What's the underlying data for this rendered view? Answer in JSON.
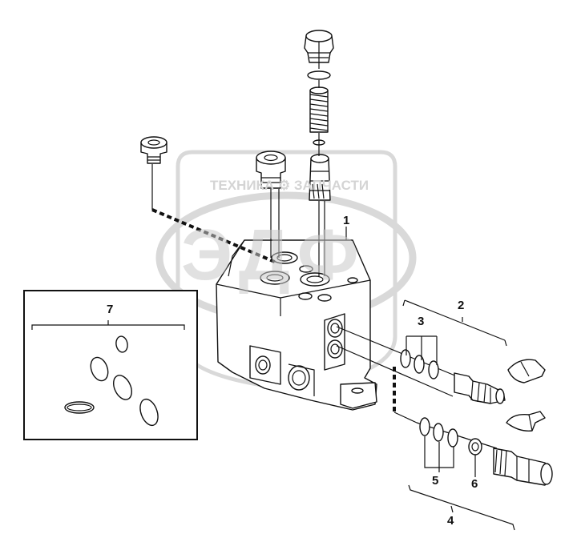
{
  "watermark": {
    "text": "ТЕХНИКА ⚙ ЗАПЧАСТИ",
    "logo_letters": "ЭДФ"
  },
  "callouts": {
    "c1": "1",
    "c2": "2",
    "c3": "3",
    "c4": "4",
    "c5": "5",
    "c6": "6",
    "c7": "7"
  }
}
